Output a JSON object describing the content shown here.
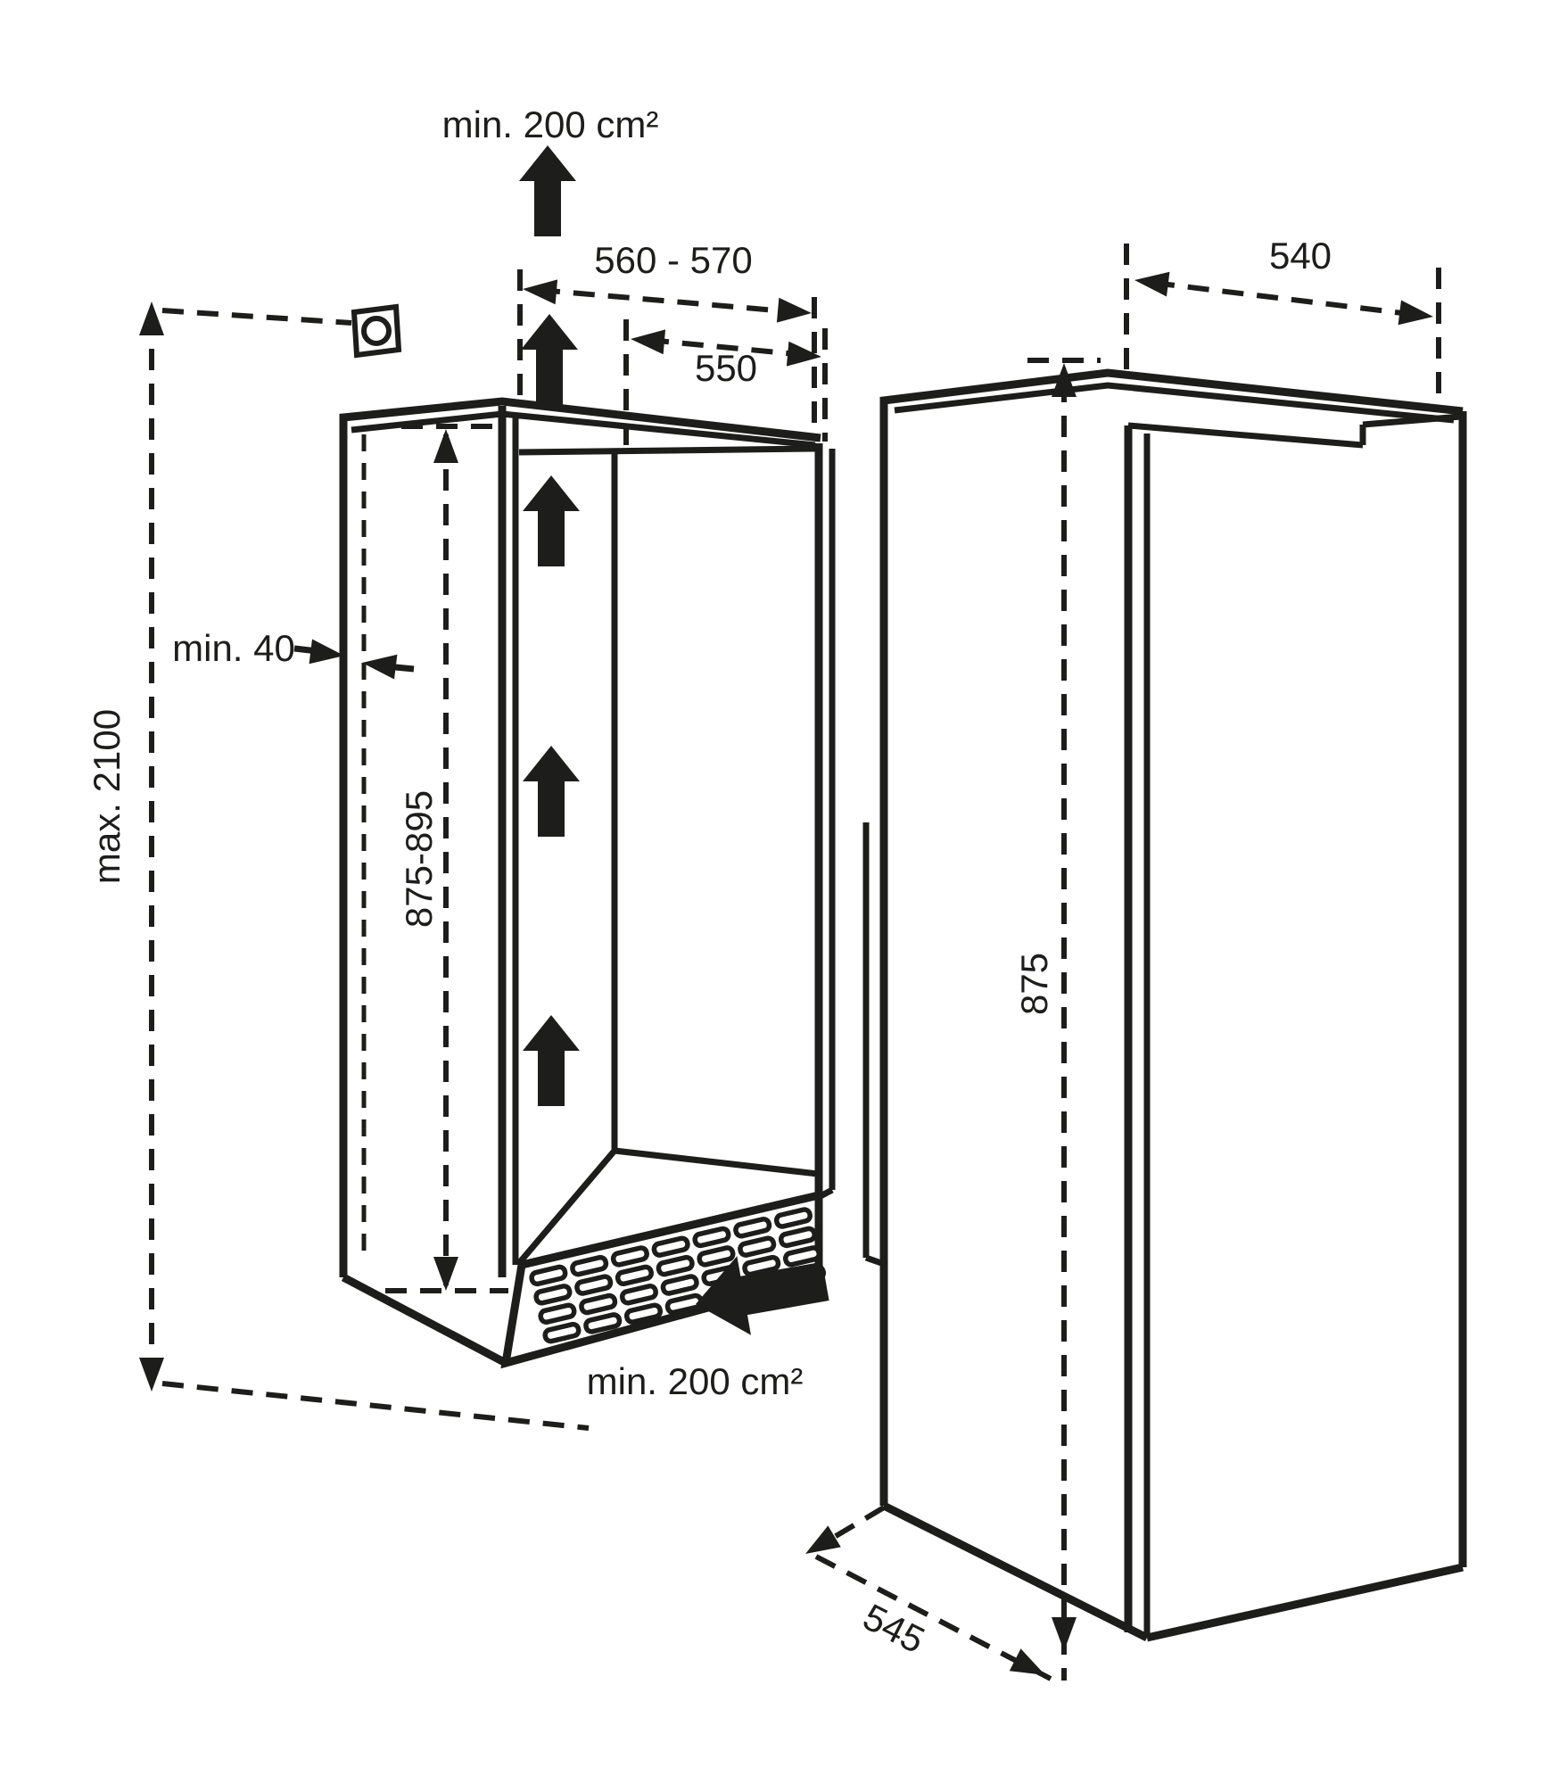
{
  "title": "Built-in appliance niche installation dimensions diagram",
  "colors": {
    "line": "#1d1d1b",
    "background": "#ffffff"
  },
  "dimensions": {
    "top_ventilation": "min. 200 cm²",
    "niche_width": "560 - 570",
    "niche_depth": "550",
    "appliance_top_width": "540",
    "max_total_height": "max. 2100",
    "rear_gap": "min. 40",
    "niche_height": "875-895",
    "appliance_height": "875",
    "bottom_ventilation": "min. 200 cm²",
    "appliance_depth": "545"
  },
  "icons": {
    "airflow_arrow": "solid up arrow",
    "ventilation_intake_arrow": "solid left arrow",
    "power_socket": "square with circle"
  }
}
